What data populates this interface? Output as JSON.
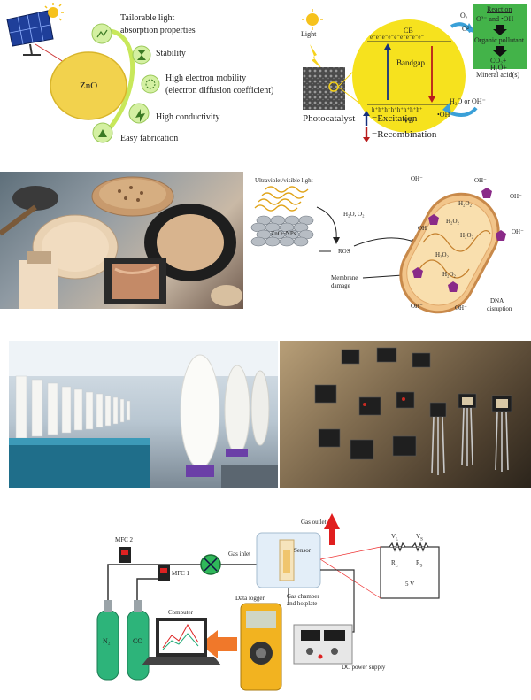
{
  "panel1": {
    "center": "ZnO",
    "props": [
      "Tailorable light",
      "absorption properties",
      "Stability",
      "High electron mobility",
      "(electron diffusion coefficient)",
      "High conductivity",
      "Easy fabrication"
    ]
  },
  "panel2": {
    "light": "Light",
    "photocatalyst": "Photocatalyst",
    "cb": "CB",
    "bandgap": "Bandgap",
    "vb": "VB",
    "electrons": "e⁻e⁻e⁻e⁻e⁻e⁻e⁻e⁻e⁻",
    "holes": "h⁺h⁺h⁺h⁺h⁺h⁺h⁺h⁺",
    "o2": "O₂",
    "o2_minus": "O²⁻",
    "h2o": "H₂O or OH⁻",
    "oh": "•OH",
    "excitation": "=Excitation",
    "recombination": "=Recombination",
    "reaction_title": "Reaction",
    "reaction_line1": "O²⁻ and •OH",
    "reaction_line2": "Organic pollutant",
    "reaction_line3": "CO₂+",
    "reaction_line4": "H₂O+",
    "reaction_line5": "Mineral acid(s)"
  },
  "panel4": {
    "uv": "Ultraviolet/visible light",
    "znonps": "ZnO−NPs",
    "h2o2_o2": "H₂O, O₂",
    "ros": "ROS",
    "membrane1": "Membrane",
    "membrane2": "damage",
    "dna1": "DNA",
    "dna2": "disruption",
    "oh": "OH⁻",
    "h2o2": "H₂O₂"
  },
  "panel7": {
    "mfc2": "MFC 2",
    "mfc1": "MFC 1",
    "gas_inlet": "Gas inlet",
    "gas_outlet": "Gas outlet",
    "sensor": "Sensor",
    "n2": "N₂",
    "co": "CO",
    "computer": "Computer",
    "data_logger": "Data logger",
    "gas_chamber1": "Gas chamber",
    "gas_chamber2": "and hotplate",
    "dc_power": "DC power supply",
    "vl": "V",
    "vs": "V",
    "rl": "R",
    "rs": "R",
    "sub_l": "L",
    "sub_s": "S",
    "five_v": "5 V"
  }
}
